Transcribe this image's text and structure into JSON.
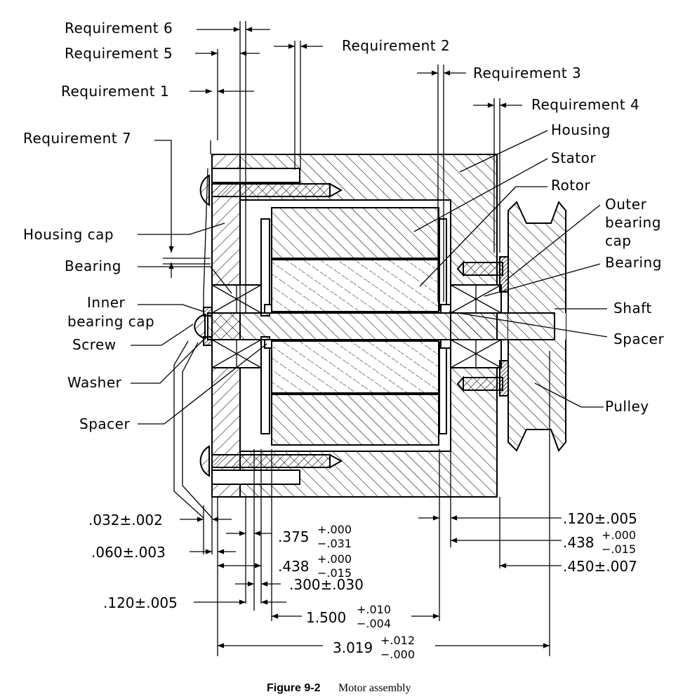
{
  "labels": {
    "req6": "Requirement 6",
    "req5": "Requirement 5",
    "req1": "Requirement 1",
    "req7": "Requirement 7",
    "req2": "Requirement 2",
    "req3": "Requirement 3",
    "req4": "Requirement 4",
    "housing": "Housing",
    "stator": "Stator",
    "rotor": "Rotor",
    "outer_cap_1": "Outer",
    "outer_cap_2": "bearing",
    "outer_cap_3": "cap",
    "bearing_right": "Bearing",
    "shaft": "Shaft",
    "spacer_right": "Spacer",
    "pulley": "Pulley",
    "housing_cap": "Housing cap",
    "bearing_left": "Bearing",
    "inner_cap_1": "Inner",
    "inner_cap_2": "bearing cap",
    "screw": "Screw",
    "washer": "Washer",
    "spacer_left": "Spacer"
  },
  "dimensions": {
    "d032": ".032±.002",
    "d060": ".060±.003",
    "d120L": ".120±.005",
    "d375": ".375",
    "d375_up": "+.000",
    "d375_dn": "−.031",
    "d438L": ".438",
    "d438L_up": "+.000",
    "d438L_dn": "−.015",
    "d300": ".300±.030",
    "d1500": "1.500",
    "d1500_up": "+.010",
    "d1500_dn": "−.004",
    "d3019": "3.019",
    "d3019_up": "+.012",
    "d3019_dn": "−.000",
    "d120R": ".120±.005",
    "d438R": ".438",
    "d438R_up": "+.000",
    "d438R_dn": "−.015",
    "d450": ".450±.007"
  },
  "caption": {
    "number": "Figure 9-2",
    "title": "Motor assembly"
  }
}
